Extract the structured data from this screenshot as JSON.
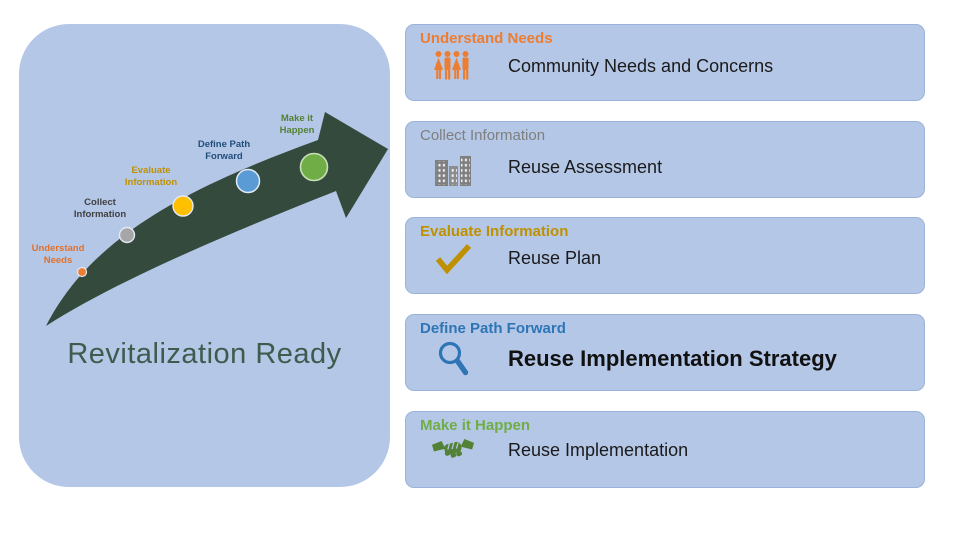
{
  "left_panel": {
    "title": "Revitalization Ready",
    "title_color": "#3E5C4D",
    "panel_color": "#B4C7E7",
    "arrow_color": "#334A3C",
    "stages": [
      {
        "name": "Understand Needs",
        "lines": [
          "Understand",
          "Needs"
        ],
        "label_color": "#E0712C",
        "dot_color": "#ED7D31"
      },
      {
        "name": "Collect Information",
        "lines": [
          "Collect",
          "Information"
        ],
        "label_color": "#404040",
        "dot_color": "#A6A6A6"
      },
      {
        "name": "Evaluate Information",
        "lines": [
          "Evaluate",
          "Information"
        ],
        "label_color": "#BF9000",
        "dot_color": "#FFC000"
      },
      {
        "name": "Define Path Forward",
        "lines": [
          "Define Path",
          "Forward"
        ],
        "label_color": "#1F4E79",
        "dot_color": "#5B9BD5"
      },
      {
        "name": "Make it Happen",
        "lines": [
          "Make it",
          "Happen"
        ],
        "label_color": "#538135",
        "dot_color": "#70AD47"
      }
    ]
  },
  "cards": [
    {
      "title": "Understand Needs",
      "title_color": "#ED7D31",
      "icon": "people-icon",
      "body": "Community Needs and Concerns"
    },
    {
      "title": "Collect Information",
      "title_color": "#7F7F7F",
      "icon": "buildings-icon",
      "body": "Reuse Assessment"
    },
    {
      "title": "Evaluate Information",
      "title_color": "#BF9000",
      "icon": "checkmark-icon",
      "body": "Reuse Plan"
    },
    {
      "title": "Define Path Forward",
      "title_color": "#2E75B6",
      "icon": "magnifier-icon",
      "body": "Reuse Implementation Strategy",
      "body_emphasis": true
    },
    {
      "title": "Make it Happen",
      "title_color": "#70AD47",
      "icon": "handshake-icon",
      "body": "Reuse Implementation"
    }
  ]
}
